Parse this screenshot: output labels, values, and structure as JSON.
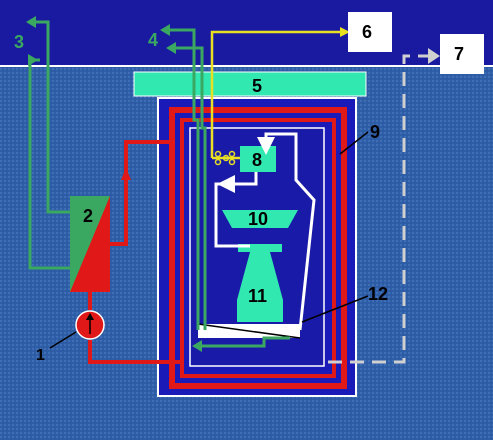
{
  "labels": {
    "n1": "1",
    "n2": "2",
    "n3": "3",
    "n4": "4",
    "n5": "5",
    "n6": "6",
    "n7": "7",
    "n8": "8",
    "n9": "9",
    "n10": "10",
    "n11": "11",
    "n12": "12"
  },
  "colors": {
    "background_top": "#1a1aa0",
    "water": "#2a5aa8",
    "green_pipe": "#3aa860",
    "red_pipe": "#e01818",
    "white_pipe": "#ffffff",
    "yellow_pipe": "#e8e020",
    "turquoise": "#30e8b0",
    "core_blue": "#1a1ab8"
  }
}
